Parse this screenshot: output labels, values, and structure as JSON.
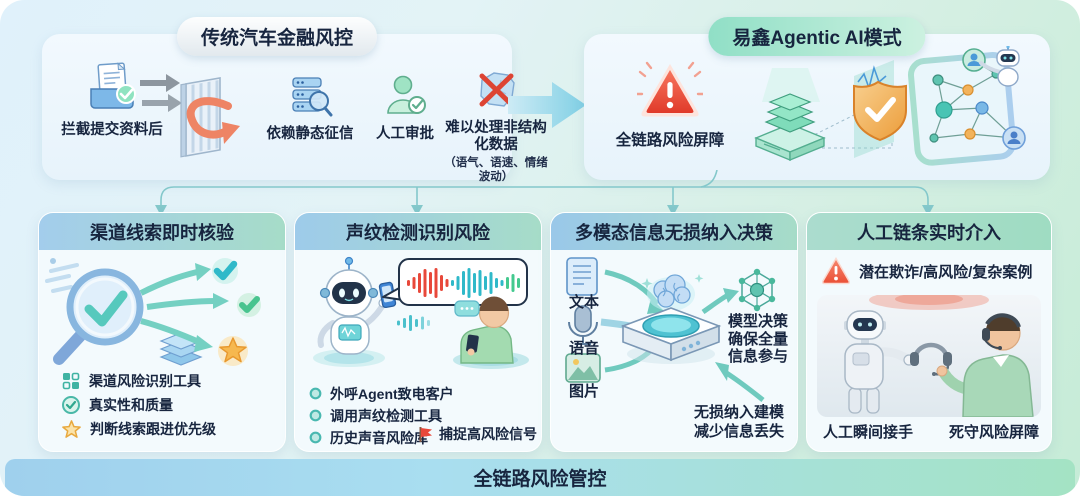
{
  "traditional": {
    "title": "传统汽车金融风控",
    "items": [
      {
        "icon": "document-check-icon",
        "label": "拦截提交资料后"
      },
      {
        "icon": "static-credit-icon",
        "label": "依赖静态征信"
      },
      {
        "icon": "manual-review-icon",
        "label": "人工审批"
      },
      {
        "icon": "unstructured-data-icon",
        "label": "难以处理非结构化数据",
        "sublabel": "（语气、语速、情绪波动）"
      }
    ]
  },
  "agentic": {
    "title": "易鑫Agentic AI模式",
    "barrier_label": "全链路风险屏障"
  },
  "panels": [
    {
      "title": "渠道线索即时核验",
      "items": [
        {
          "icon": "grid-icon",
          "label": "渠道风险识别工具"
        },
        {
          "icon": "check-circle-icon",
          "label": "真实性和质量"
        },
        {
          "icon": "star-icon",
          "label": "判断线索跟进优先级"
        }
      ]
    },
    {
      "title": "声纹检测识别风险",
      "items": [
        {
          "icon": "bullet-icon",
          "label": "外呼Agent致电客户"
        },
        {
          "icon": "bullet-icon",
          "label": "调用声纹检测工具"
        },
        {
          "icon": "bullet-icon",
          "label": "历史声音风险库"
        }
      ],
      "flag_label": "捕捉高风险信号"
    },
    {
      "title": "多模态信息无损纳入决策",
      "inputs": [
        {
          "icon": "text-file-icon",
          "label": "文本"
        },
        {
          "icon": "microphone-icon",
          "label": "语音"
        },
        {
          "icon": "image-icon",
          "label": "图片"
        }
      ],
      "output_lines": [
        "模型决策",
        "确保全量",
        "信息参与"
      ],
      "note_lines": [
        "无损纳入建模",
        "减少信息丢失"
      ]
    },
    {
      "title": "人工链条实时介入",
      "alert_label": "潜在欺诈/高风险/复杂案例",
      "captions": [
        "人工瞬间接手",
        "死守风险屏障"
      ]
    }
  ],
  "footer": {
    "label": "全链路风险管控"
  },
  "colors": {
    "accent_teal": "#6fcabe",
    "accent_green": "#7fd6a8",
    "accent_blue": "#9fd0ed",
    "warning_red": "#e8483a",
    "shield_orange": "#ec9d3a",
    "text_dark": "#17253f"
  }
}
